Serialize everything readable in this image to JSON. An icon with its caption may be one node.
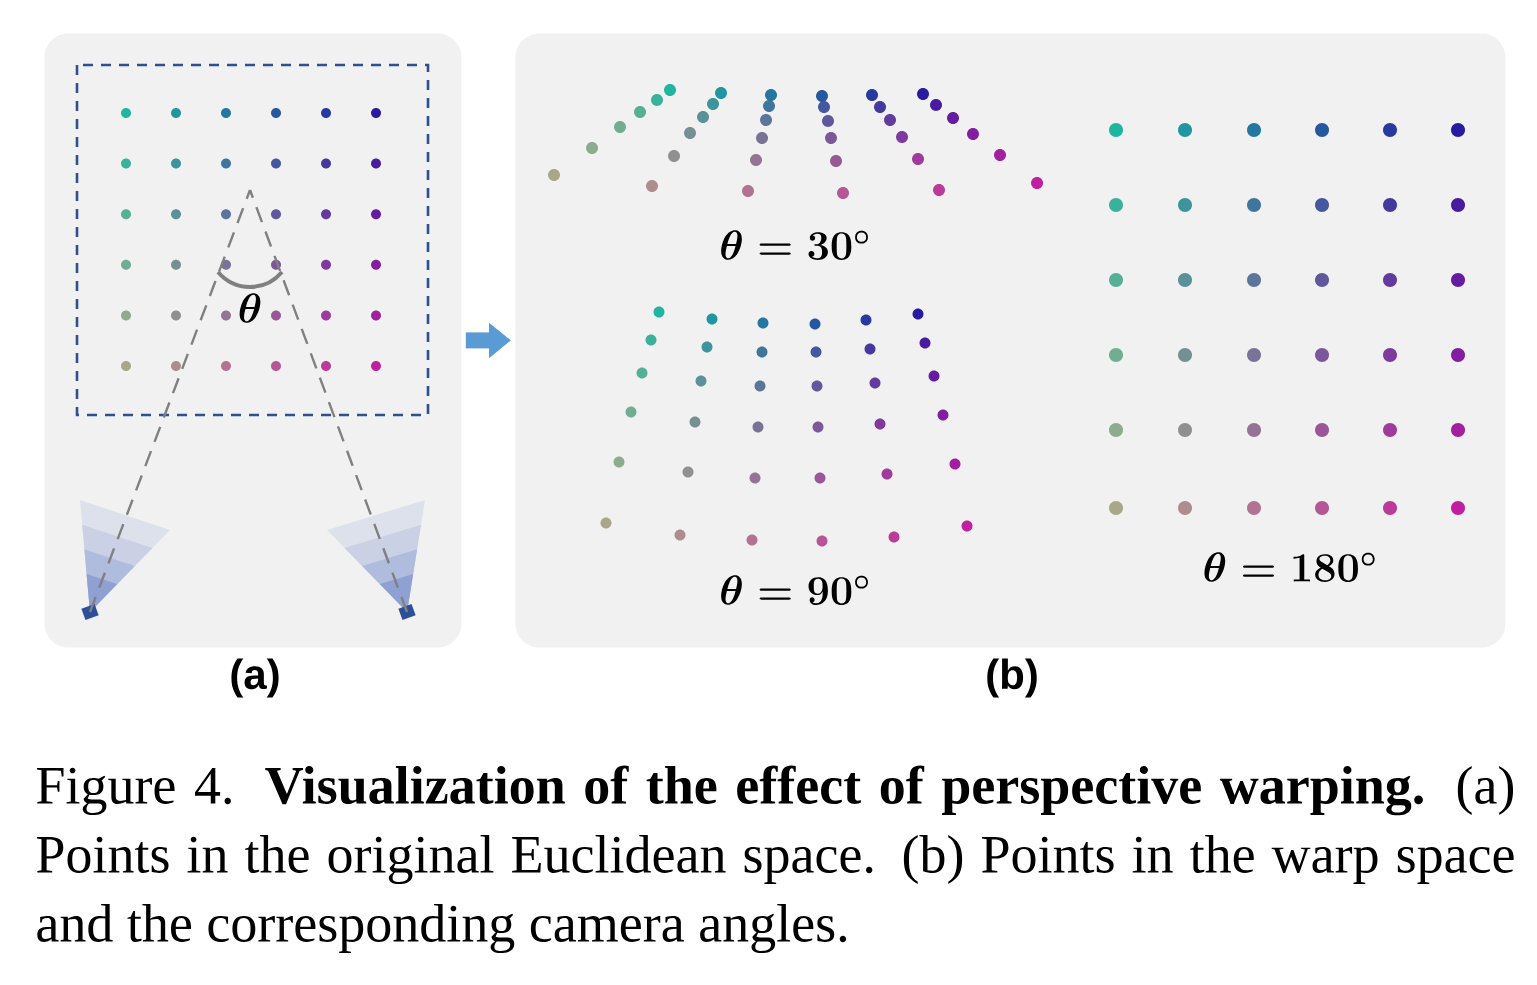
{
  "diagram": {
    "caption": "Figure 4. **Visualization of the effect of perspective warping.** (a) Points in the original Euclidean space. (b) Points in the warp space and the corresponding camera angles.",
    "nodes": [
      {
        "text": [
          "\\theta"
        ],
        "beside": [
          "(a)"
        ]
      },
      {
        "text": [
          "\\theta = 30^{\\circ}",
          "\\theta = 90^{\\circ}",
          "\\theta = 180^{\\circ}"
        ],
        "beside": [
          "(b)"
        ]
      }
    ],
    "edges": [
      {
        "from": 0,
        "to": 1,
        "arrow": "to"
      }
    ]
  }
}
